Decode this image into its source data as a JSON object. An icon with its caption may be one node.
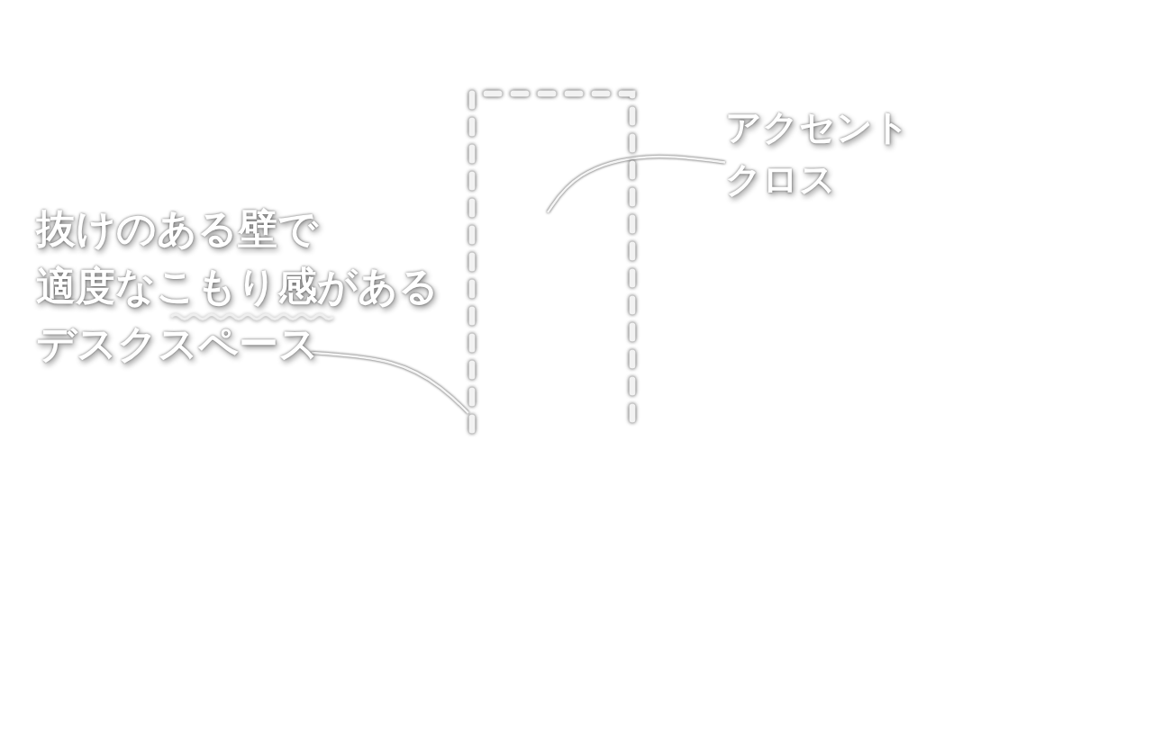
{
  "diagram": {
    "nodes": [
      {
        "text": [
          "抜けのある壁で",
          "適度なこもり感がある",
          "デスクスペース"
        ]
      },
      {
        "text": [
          "アクセントクロス"
        ]
      },
      {
        "text": [],
        "shape": "box"
      }
    ],
    "edges": [
      {
        "from": 0,
        "to": 2,
        "arrow": "none"
      },
      {
        "from": 1,
        "to": 2,
        "arrow": "none"
      }
    ]
  }
}
